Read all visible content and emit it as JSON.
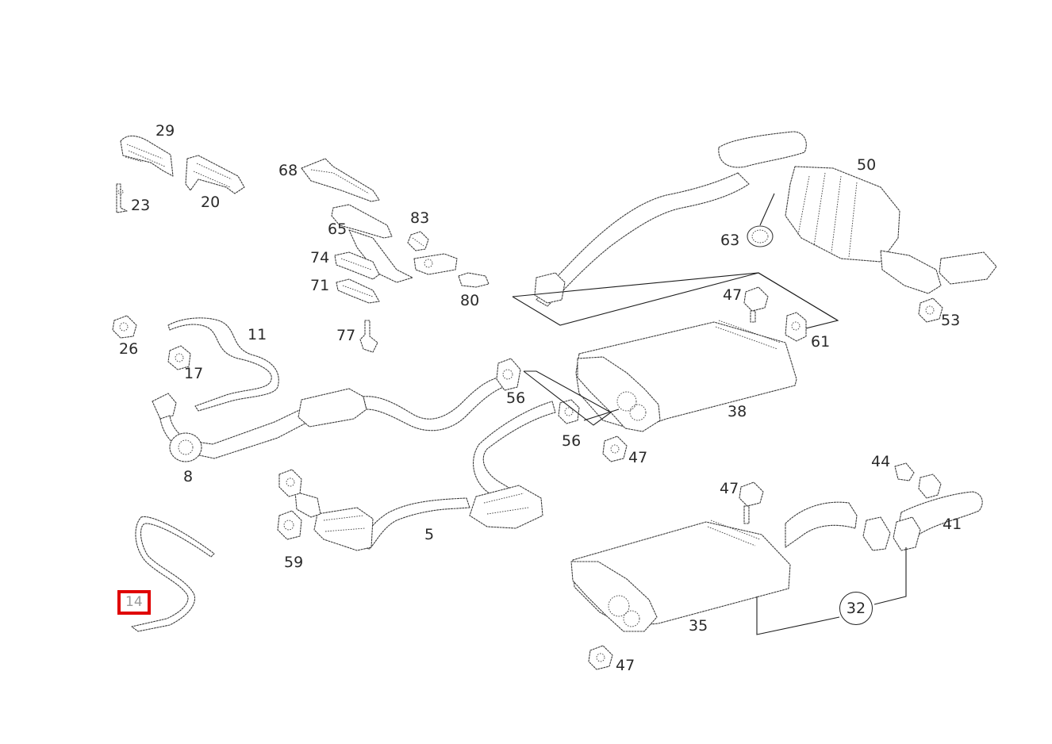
{
  "diagram": {
    "labels": {
      "c5": "5",
      "c8": "8",
      "c11": "11",
      "c14": "14",
      "c17": "17",
      "c20": "20",
      "c23": "23",
      "c26": "26",
      "c29": "29",
      "c32": "32",
      "c35": "35",
      "c38": "38",
      "c41": "41",
      "c44": "44",
      "c47a": "47",
      "c47b": "47",
      "c47c": "47",
      "c47d": "47",
      "c50": "50",
      "c53": "53",
      "c56a": "56",
      "c56b": "56",
      "c59": "59",
      "c61": "61",
      "c63": "63",
      "c65": "65",
      "c68": "68",
      "c71": "71",
      "c74": "74",
      "c77": "77",
      "c80": "80",
      "c83": "83"
    },
    "highlighted_callout": "14"
  }
}
